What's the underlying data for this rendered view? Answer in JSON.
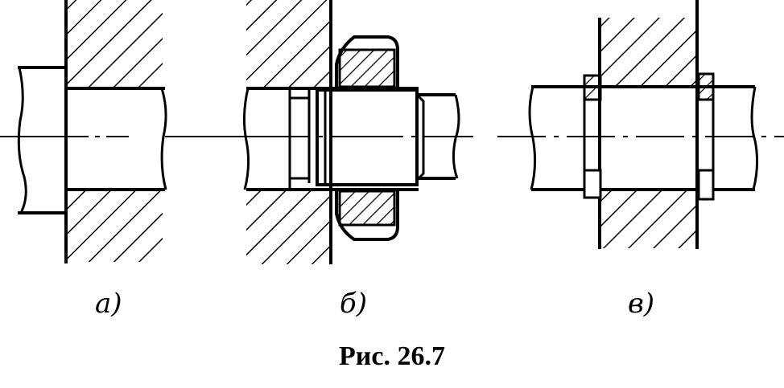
{
  "figure": {
    "caption": "Рис. 26.7",
    "panels": [
      {
        "id": "a",
        "label": "а)"
      },
      {
        "id": "b",
        "label": "б)"
      },
      {
        "id": "c",
        "label": "в)"
      }
    ],
    "colors": {
      "stroke": "#000000",
      "background": "#ffffff"
    }
  }
}
